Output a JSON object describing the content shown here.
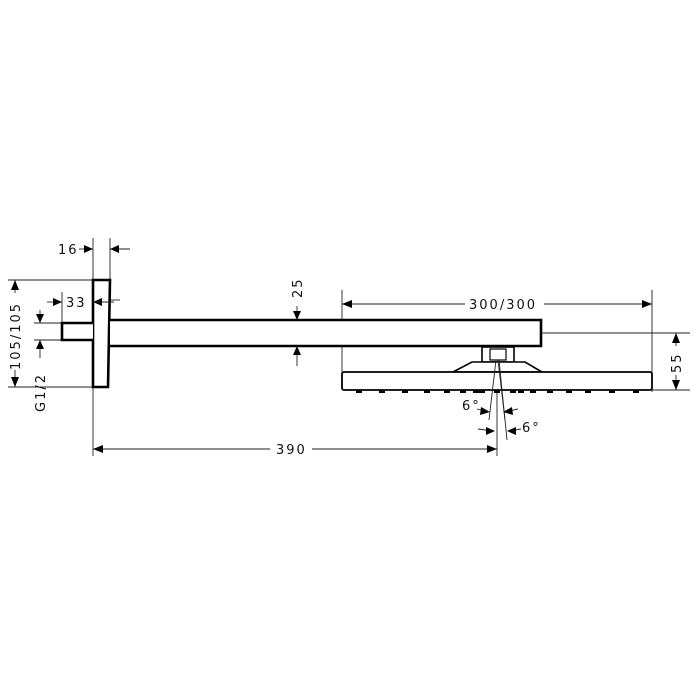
{
  "drawing": {
    "type": "technical-dimension-drawing",
    "subject": "wall-mounted overhead shower with shower arm",
    "colors": {
      "line": "#000000",
      "background": "#ffffff"
    }
  },
  "dimensions": {
    "wall_plate_thickness": "16",
    "stub_offset": "33",
    "wall_plate_height": "105/105",
    "thread": "G1/2",
    "arm_height": "25",
    "head_size": "300/300",
    "head_height": "55",
    "projection": "390",
    "angle_left": "6°",
    "angle_right": "6°"
  }
}
